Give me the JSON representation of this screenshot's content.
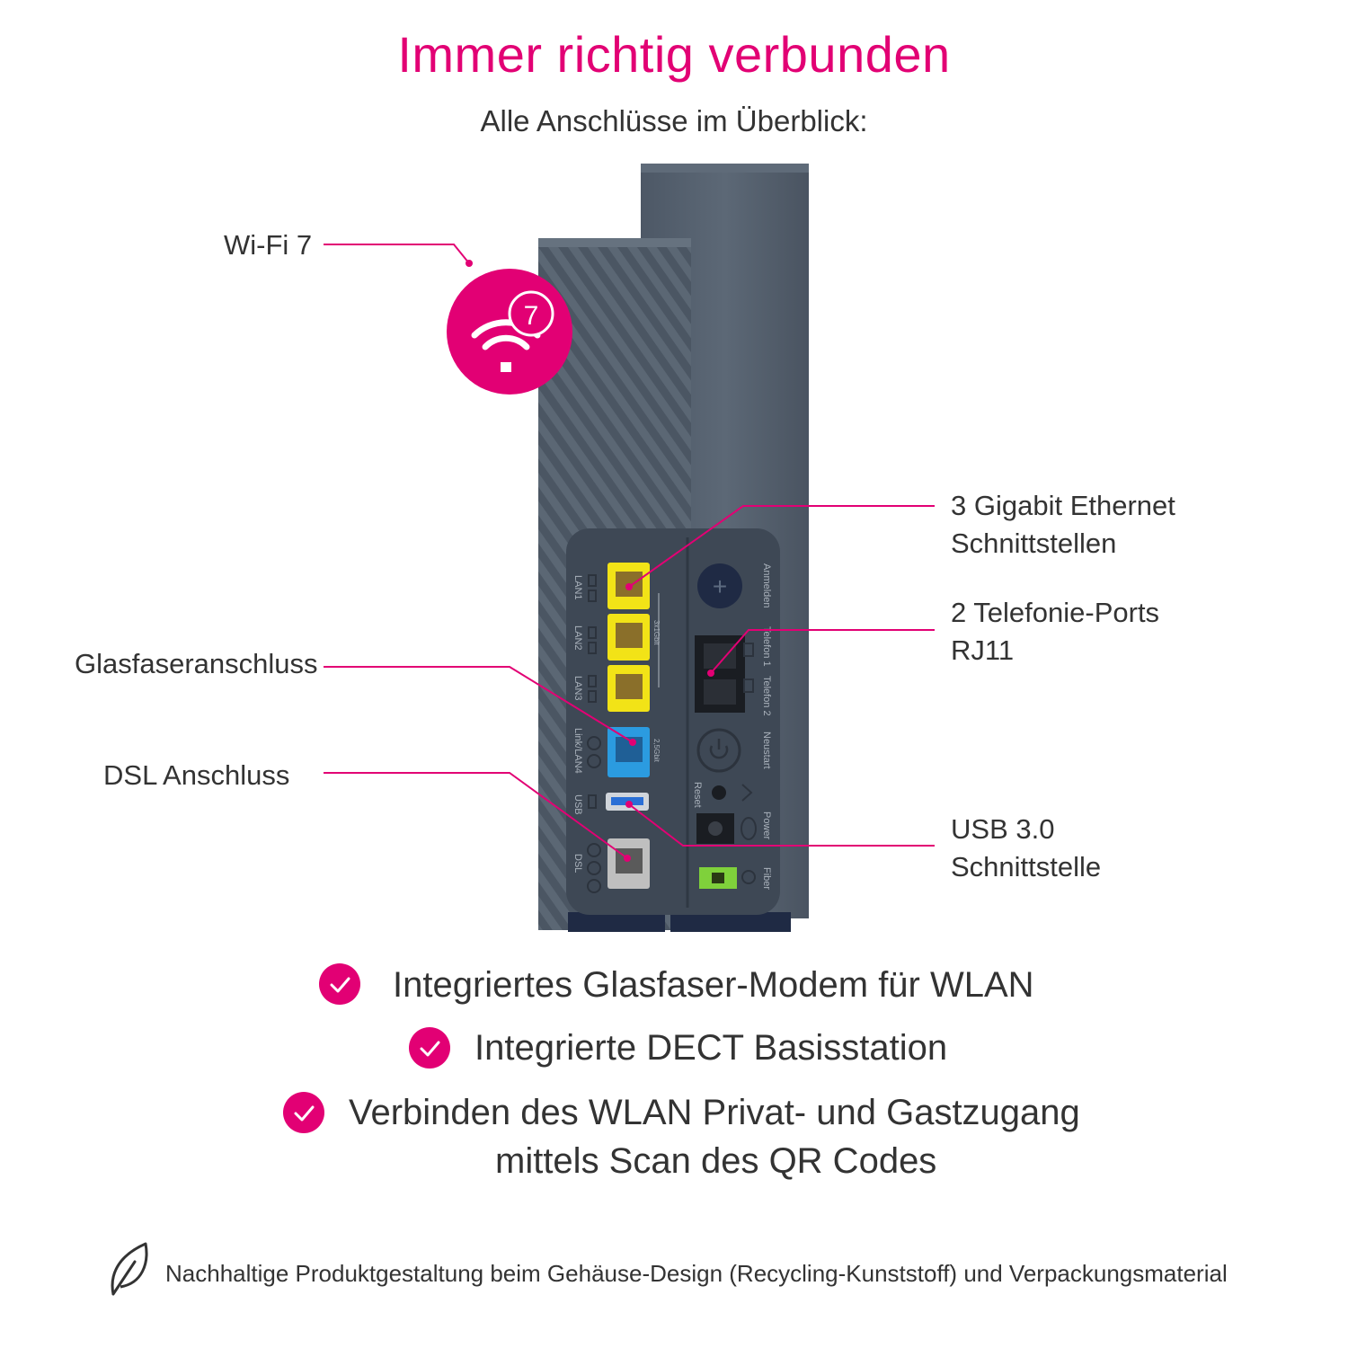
{
  "header": {
    "title": "Immer richtig verbunden",
    "subtitle": "Alle Anschlüsse im Überblick:"
  },
  "callouts": {
    "wifi": "Wi-Fi 7",
    "wifi_badge": "7",
    "glasfaser": "Glasfaseranschluss",
    "dsl": "DSL Anschluss",
    "ethernet_line1": "3 Gigabit Ethernet",
    "ethernet_line2": "Schnittstellen",
    "telefonie_line1": "2 Telefonie-Ports",
    "telefonie_line2": "RJ11",
    "usb_line1": "USB 3.0",
    "usb_line2": "Schnittstelle"
  },
  "device_labels": {
    "lan1": "LAN1",
    "lan2": "LAN2",
    "lan3": "LAN3",
    "link_lan4": "Link/LAN4",
    "usb": "USB",
    "dsl": "DSL",
    "anmelden": "Anmelden",
    "telefon1": "Telefon 1",
    "telefon2": "Telefon 2",
    "neustart": "Neustart",
    "reset": "Reset",
    "power": "Power",
    "fiber": "Fiber",
    "speed_3x": "3x1Gbit",
    "speed_25": "2,5Gbit"
  },
  "features": [
    "Integriertes Glasfaser-Modem für WLAN",
    "Integrierte DECT Basisstation",
    "Verbinden des WLAN Privat- und Gastzugang",
    "mittels Scan des QR Codes"
  ],
  "footer": {
    "text": "Nachhaltige Produktgestaltung beim Gehäuse-Design (Recycling-Kunststoff) und Verpackungsmaterial"
  },
  "colors": {
    "magenta": "#e20074",
    "device": "#4a5562",
    "device_dark": "#3a4350",
    "lan_yellow": "#f2e317",
    "lan_blue": "#2b9be0",
    "dsl_gray": "#bfbfbf",
    "fiber_green": "#7fd13b"
  }
}
